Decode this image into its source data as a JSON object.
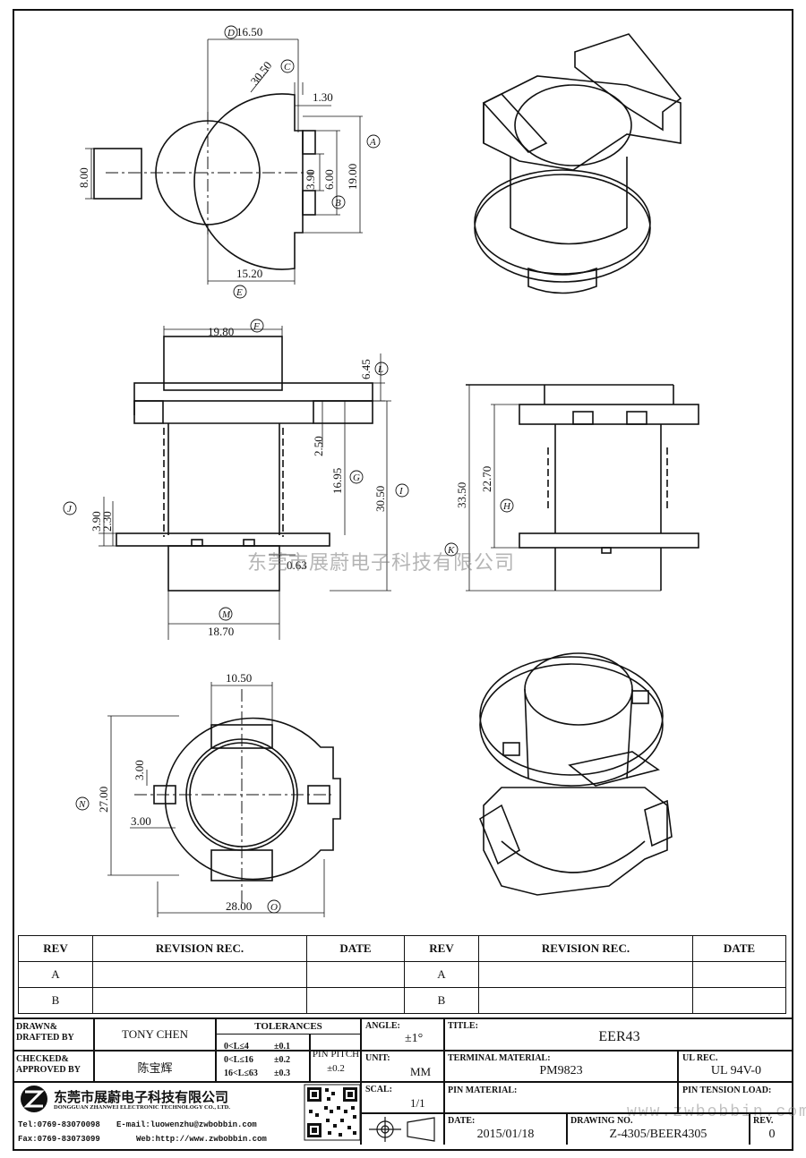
{
  "drawing": {
    "top_view_dims": [
      "16.50",
      "30.50",
      "1.30",
      "8.00",
      "3.90",
      "6.00",
      "19.00",
      "15.20"
    ],
    "top_view_labels": [
      "D",
      "C",
      "A",
      "B",
      "E"
    ],
    "front_view_dims": [
      "19.80",
      "6.45",
      "2.50",
      "16.95",
      "30.50",
      "3.90",
      "2.30",
      "0.63",
      "18.70"
    ],
    "front_view_labels": [
      "F",
      "L",
      "G",
      "I",
      "J",
      "M"
    ],
    "side_view_dims": [
      "33.50",
      "22.70"
    ],
    "side_view_labels": [
      "H",
      "K"
    ],
    "bottom_view_dims": [
      "10.50",
      "3.00",
      "27.00",
      "3.00",
      "28.00"
    ],
    "bottom_view_labels": [
      "N",
      "O"
    ]
  },
  "watermark": "东莞市展蔚电子科技有限公司",
  "watermark_url": "www.zwbobbin.com",
  "revision_table": {
    "headers": [
      "REV",
      "REVISION REC.",
      "DATE",
      "REV",
      "REVISION REC.",
      "DATE"
    ],
    "rows": [
      [
        "A",
        "",
        "",
        "A",
        "",
        ""
      ],
      [
        "B",
        "",
        "",
        "B",
        "",
        ""
      ]
    ]
  },
  "title_block": {
    "drawn_label": "DRAWN& DRAFTED BY",
    "drawn_value": "TONY CHEN",
    "checked_label": "CHECKED& APPROVED BY",
    "checked_value": "陈宝辉",
    "tolerances_label": "TOLERANCES",
    "tol_rows": [
      [
        "0<L≤4",
        "±0.1"
      ],
      [
        "0<L≤16",
        "±0.2"
      ],
      [
        "16<L≤63",
        "±0.3"
      ]
    ],
    "pin_pitch_label": "PIN PITCH",
    "pin_pitch_value": "±0.2",
    "angle_label": "ANGLE:",
    "angle_value": "±1°",
    "unit_label": "UNIT:",
    "unit_value": "MM",
    "scale_label": "SCAL:",
    "scale_value": "1/1",
    "title_label": "TITLE:",
    "title_value": "EER43",
    "terminal_label": "TERMINAL MATERIAL:",
    "terminal_value": "PM9823",
    "ul_label": "UL REC.",
    "ul_value": "UL 94V-0",
    "pin_material_label": "PIN MATERIAL:",
    "pin_tension_label": "PIN TENSION LOAD:",
    "date_label": "DATE:",
    "date_value": "2015/01/18",
    "drawing_no_label": "DRAWING NO.",
    "drawing_no_value": "Z-4305/BEER4305",
    "rev_label": "REV.",
    "rev_value": "0",
    "company_cn": "东莞市展蔚电子科技有限公司",
    "company_en": "DONGGUAN ZHANWEI ELECTRONIC TECHNOLOGY CO., LTD.",
    "tel": "Tel:0769-83070098",
    "email": "E-mail:luowenzhu@zwbobbin.com",
    "fax": "Fax:0769-83073099",
    "web": "Web:http://www.zwbobbin.com"
  }
}
